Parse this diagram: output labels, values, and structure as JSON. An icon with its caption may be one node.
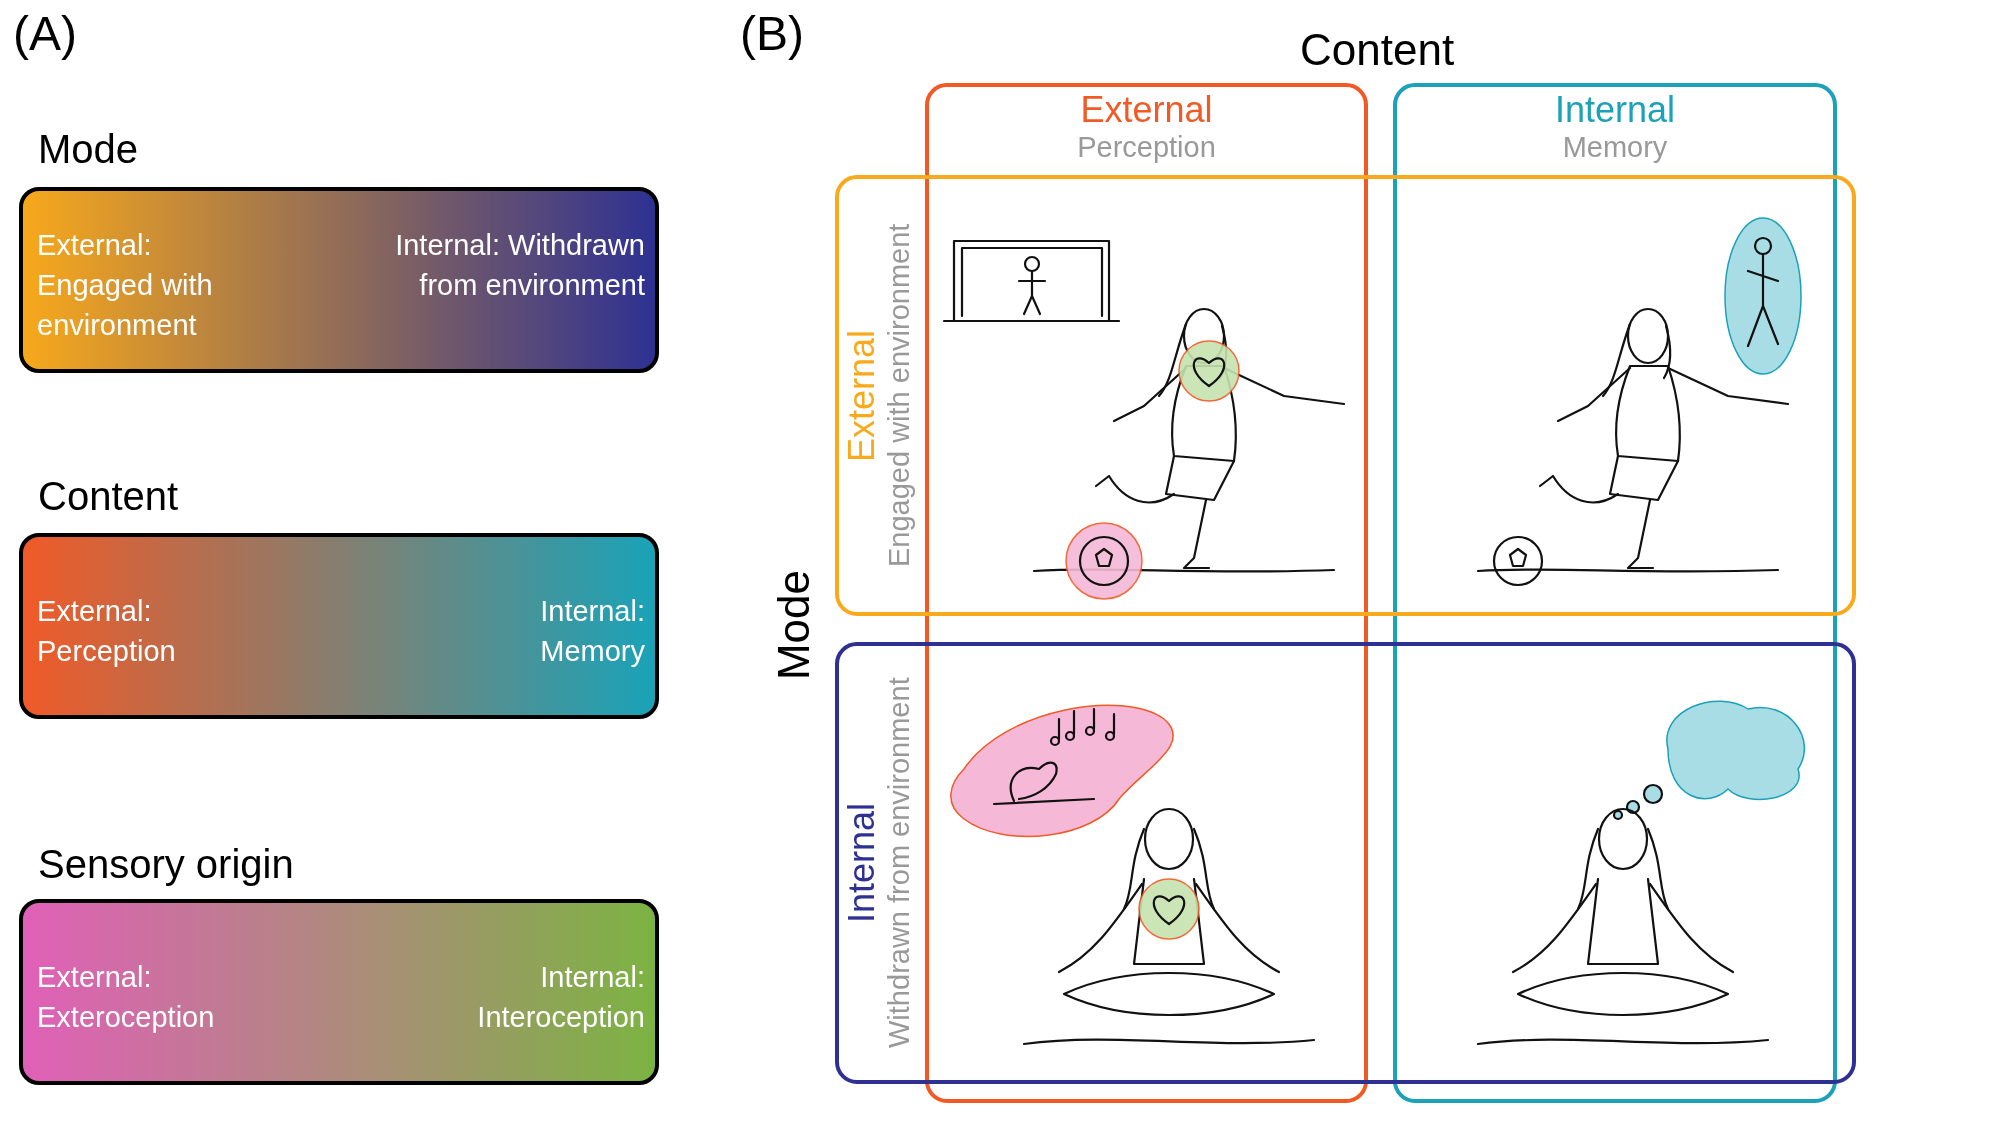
{
  "diagram": {
    "nodes": [
      {
        "text": [
          "Mode",
          "External: Engaged with environment",
          "Internal: Withdrawn from environment"
        ]
      },
      {
        "text": [
          "Content",
          "External: Perception",
          "Internal: Memory"
        ]
      },
      {
        "text": [
          "Sensory origin",
          "External: Exteroception",
          "Internal: Interoception"
        ]
      },
      {
        "text": [
          "External",
          "Perception"
        ]
      },
      {
        "text": [
          "Internal",
          "Memory"
        ]
      },
      {
        "text": [
          "External",
          "Engaged with environment"
        ]
      },
      {
        "text": [
          "Internal",
          "Withdrawn from environment"
        ]
      }
    ],
    "labels": [
      "(A)",
      "(B)",
      "Content",
      "Mode"
    ]
  }
}
